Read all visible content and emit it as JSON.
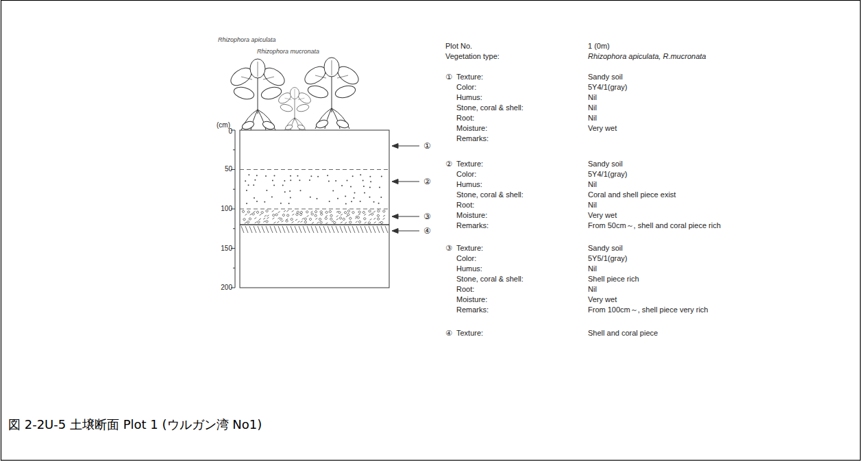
{
  "diagram": {
    "caption": "図 2-2U-5 土壌断面 Plot 1 (ウルガン湾 No1)",
    "labels": [
      "Rhizophora apiculata",
      "Rhizophora mucronata",
      "(cm)",
      "0",
      "50",
      "100",
      "150",
      "200",
      "①",
      "②",
      "③",
      "④",
      "Plot No.",
      "1 (0m)",
      "Vegetation type:",
      "Rhizophora apiculata, R.mucronata",
      "①",
      "Texture:",
      "Sandy soil",
      "Color:",
      "5Y4/1(gray)",
      "Humus:",
      "Nil",
      "Stone, coral & shell:",
      "Nil",
      "Root:",
      "Nil",
      "Moisture:",
      "Very wet",
      "Remarks:",
      "②",
      "Texture:",
      "Sandy soil",
      "Color:",
      "5Y4/1(gray)",
      "Humus:",
      "Nil",
      "Stone, coral & shell:",
      "Coral and shell piece exist",
      "Root:",
      "Nil",
      "Moisture:",
      "Very wet",
      "Remarks:",
      "From 50cm～, shell and coral piece rich",
      "③",
      "Texture:",
      "Sandy soil",
      "Color:",
      "5Y5/1(gray)",
      "Humus:",
      "Nil",
      "Stone, coral & shell:",
      "Shell piece rich",
      "Root:",
      "Nil",
      "Moisture:",
      "Very wet",
      "Remarks:",
      "From 100cm～, shell piece very rich",
      "④",
      "Texture:",
      "Shell and coral piece"
    ]
  }
}
